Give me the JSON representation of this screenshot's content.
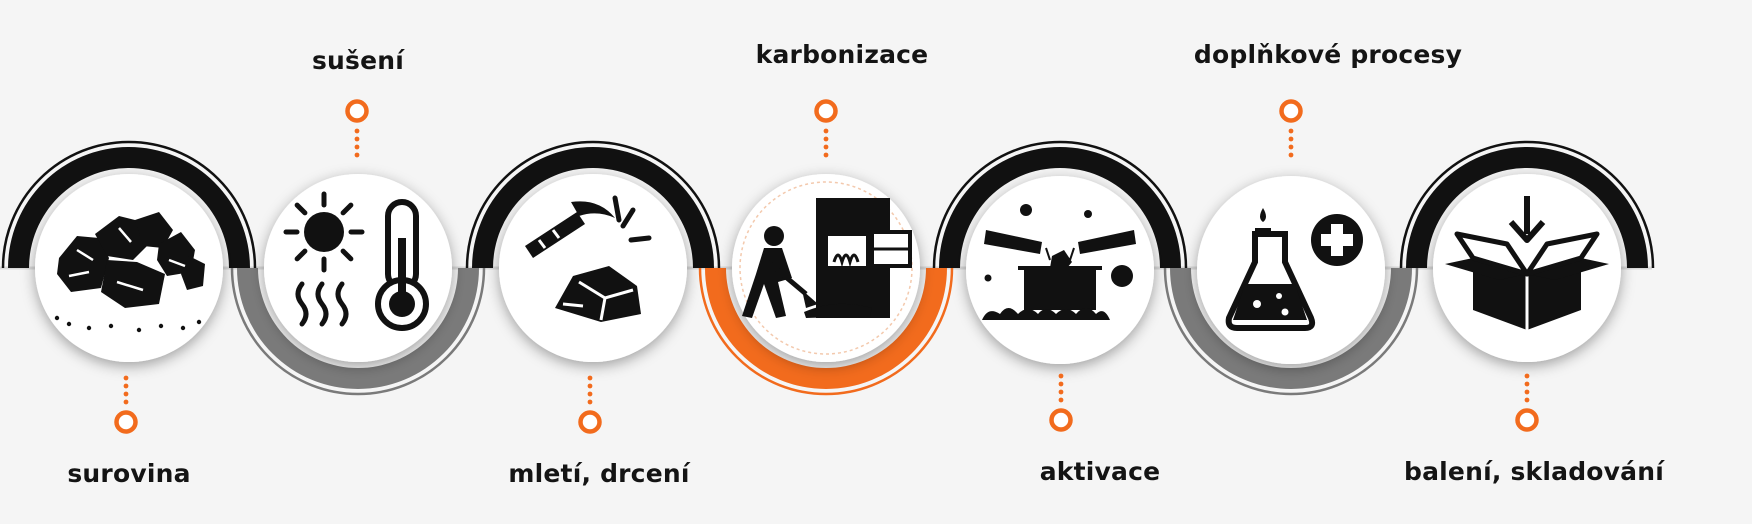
{
  "colors": {
    "accent": "#f26b1d",
    "black": "#111111",
    "gray": "#7a7a7a",
    "background": "#f5f5f5",
    "circle": "#ffffff"
  },
  "steps": [
    {
      "label": "surovina",
      "label_position": "below",
      "arc": "black-top",
      "icon": "rocks-icon"
    },
    {
      "label": "sušení",
      "label_position": "above",
      "arc": "gray-bottom",
      "icon": "sun-thermometer-icon"
    },
    {
      "label": "mletí, drcení",
      "label_position": "below",
      "arc": "black-top",
      "icon": "pickaxe-rock-icon"
    },
    {
      "label": "karbonizace",
      "label_position": "above",
      "arc": "orange-bottom",
      "icon": "furnace-worker-icon"
    },
    {
      "label": "aktivace",
      "label_position": "below",
      "arc": "black-top",
      "icon": "activation-box-icon"
    },
    {
      "label": "doplňkové procesy",
      "label_position": "above",
      "arc": "gray-bottom",
      "icon": "flask-plus-icon"
    },
    {
      "label": "balení, skladování",
      "label_position": "below",
      "arc": "black-top",
      "icon": "open-box-icon"
    }
  ]
}
